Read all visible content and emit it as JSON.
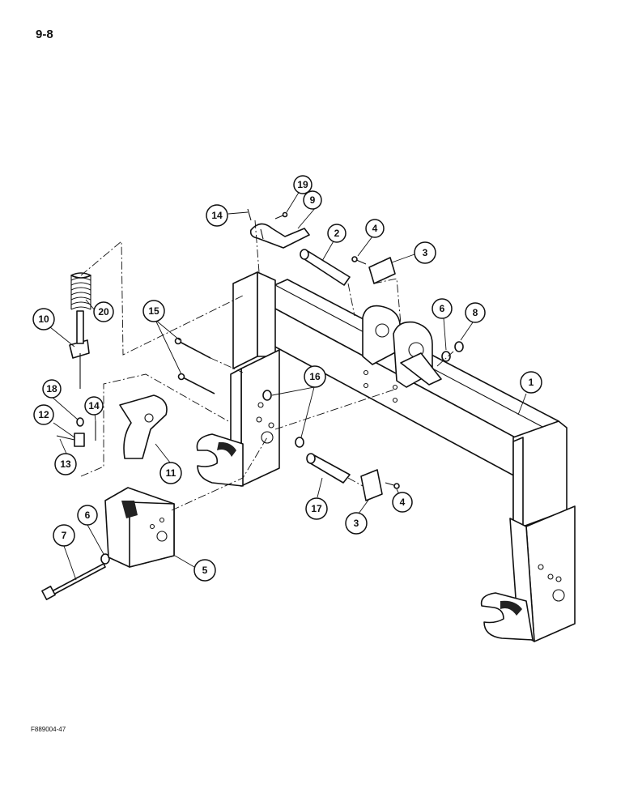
{
  "page": {
    "number": "9-8",
    "figure_code": "F889004-47"
  },
  "callouts": [
    "1",
    "2",
    "3",
    "3",
    "4",
    "4",
    "5",
    "6",
    "6",
    "7",
    "8",
    "9",
    "10",
    "11",
    "12",
    "13",
    "14",
    "14",
    "15",
    "16",
    "17",
    "18",
    "19",
    "20"
  ]
}
